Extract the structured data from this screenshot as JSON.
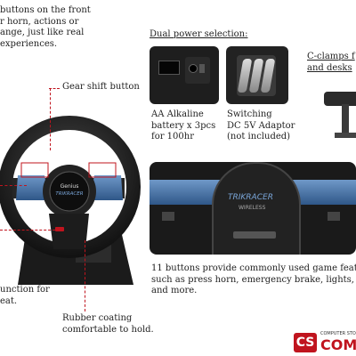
{
  "callouts": {
    "buttons_front": [
      "buttons on the front",
      "r horn, actions or",
      "ange, just like real",
      "experiences."
    ],
    "gear_shift": "Gear shift button",
    "dual_power": "Dual power selection:",
    "c_clamps": [
      "C-clamps f",
      "and desks"
    ],
    "aa_battery": [
      "AA Alkaline",
      "battery x 3pcs",
      "for 100hr"
    ],
    "dc_adaptor": [
      "Switching",
      "DC 5V Adaptor",
      "(not included)"
    ],
    "eleven_buttons": [
      "11 buttons provide commonly used game feat",
      "such as press horn, emergency brake, lights, m",
      "and more."
    ],
    "function_for": [
      "unction for",
      "eat."
    ],
    "rubber": [
      "Rubber coating",
      "comfortable to hold."
    ]
  },
  "wheel_brand": "Genius",
  "wheel_model": "TRIKRACER",
  "wheel_sub": "WIRELESS",
  "logo": {
    "badge": "CS",
    "top": "COMPUTER STO",
    "word": "COMP"
  },
  "colors": {
    "accent": "#c0141e",
    "blue": "#4a78b0"
  }
}
